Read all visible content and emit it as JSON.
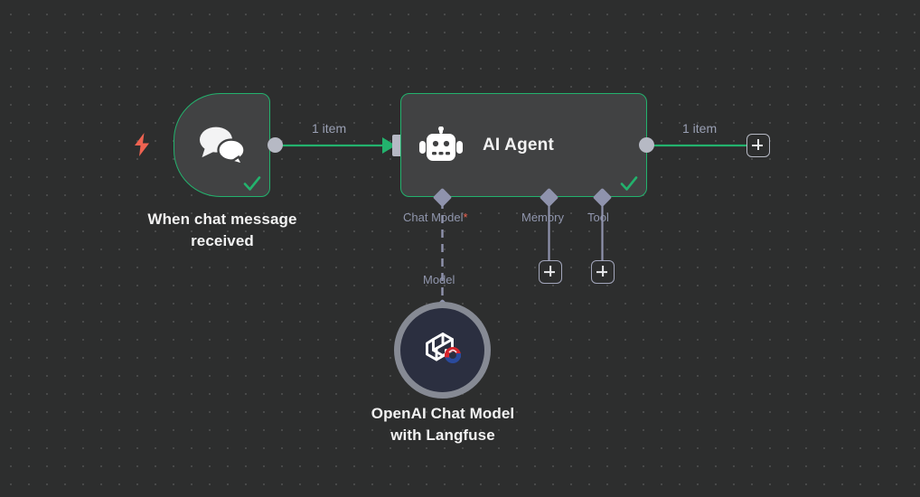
{
  "canvas": {
    "background_color": "#2d2e2e",
    "grid_dot_color": "#4a4b4b",
    "accent_success": "#23b26d",
    "accent_trigger": "#ef6351",
    "port_color": "#b6b9c4",
    "sub_port_color": "#8f93ad",
    "label_color": "#9096ad"
  },
  "nodes": {
    "trigger": {
      "title": "When chat message\nreceived",
      "icon": "chat-bubbles-icon",
      "trigger_icon": "lightning-bolt-icon",
      "status_icon": "check-icon",
      "border_color": "#23b26d"
    },
    "agent": {
      "title": "AI Agent",
      "icon": "robot-icon",
      "status_icon": "check-icon",
      "border_color": "#23b26d",
      "sub_ports": [
        {
          "label": "Chat Model",
          "required": true,
          "required_marker": "*",
          "connector": "dashed"
        },
        {
          "label": "Memory",
          "required": false,
          "required_marker": "",
          "connector": "solid"
        },
        {
          "label": "Tool",
          "required": false,
          "required_marker": "",
          "connector": "solid"
        }
      ]
    },
    "openai": {
      "title": "OpenAI Chat Model\nwith Langfuse",
      "icon": "openai-langfuse-icon",
      "connector_label": "Model",
      "ring_color": "#868a94",
      "body_color": "#2b2f40"
    }
  },
  "connections": {
    "trigger_to_agent_label": "1 item",
    "agent_to_next_label": "1 item"
  },
  "buttons": {
    "add_main": "+",
    "add_memory": "+",
    "add_tool": "+"
  }
}
